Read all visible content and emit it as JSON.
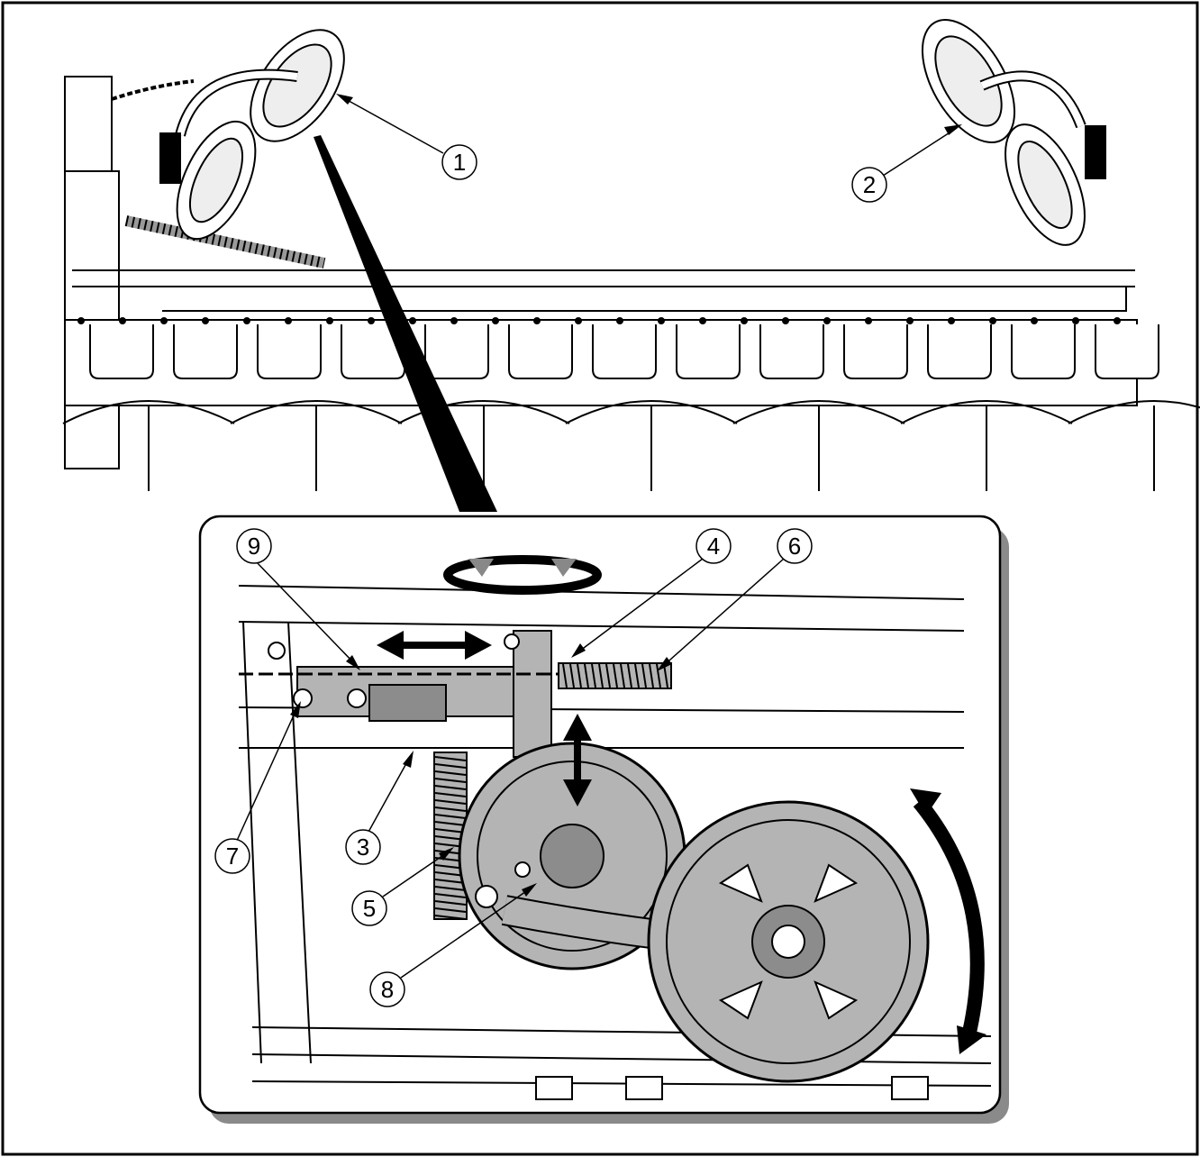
{
  "callouts": {
    "c1": "1",
    "c2": "2",
    "c3": "3",
    "c4": "4",
    "c5": "5",
    "c6": "6",
    "c7": "7",
    "c8": "8",
    "c9": "9"
  },
  "colors": {
    "line": "#000000",
    "part_fill": "#b4b4b4",
    "part_dark": "#8c8c8c",
    "inset_border": "#000000",
    "inset_shadow": "#8a8a8a",
    "arrow_grey": "#888888"
  }
}
